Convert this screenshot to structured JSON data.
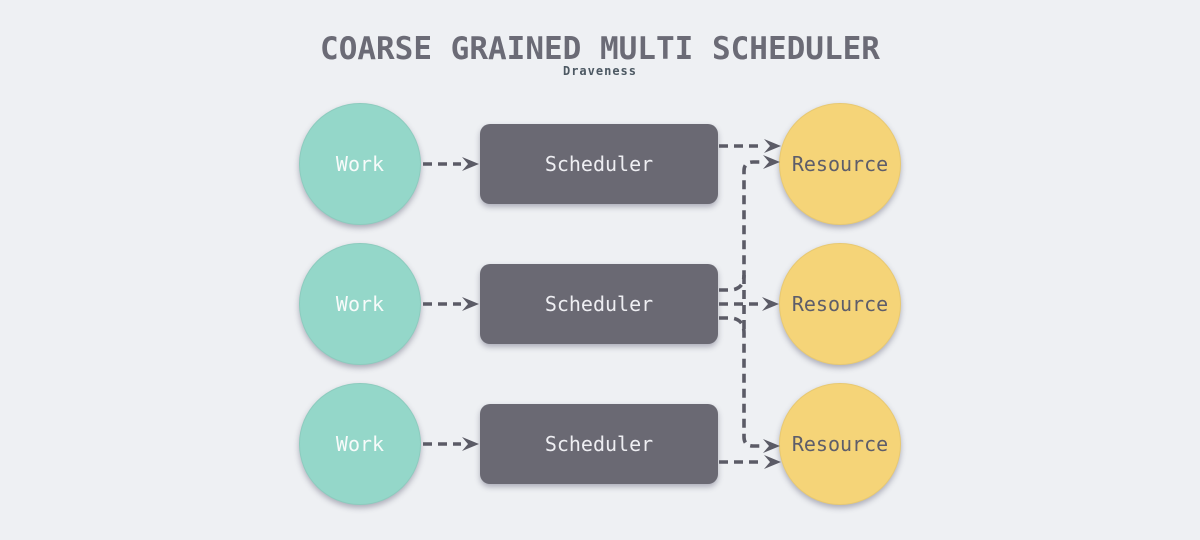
{
  "title": "COARSE GRAINED MULTI SCHEDULER",
  "subtitle": "Draveness",
  "rows": [
    {
      "work": "Work",
      "scheduler": "Scheduler",
      "resource": "Resource"
    },
    {
      "work": "Work",
      "scheduler": "Scheduler",
      "resource": "Resource"
    },
    {
      "work": "Work",
      "scheduler": "Scheduler",
      "resource": "Resource"
    }
  ],
  "edges": [
    {
      "from": "work-1",
      "to": "scheduler-1",
      "style": "dashed-arrow"
    },
    {
      "from": "work-2",
      "to": "scheduler-2",
      "style": "dashed-arrow"
    },
    {
      "from": "work-3",
      "to": "scheduler-3",
      "style": "dashed-arrow"
    },
    {
      "from": "scheduler-1",
      "to": "resource-1",
      "style": "dashed-arrow"
    },
    {
      "from": "scheduler-2",
      "to": "resource-1",
      "style": "dashed-arrow"
    },
    {
      "from": "scheduler-2",
      "to": "resource-2",
      "style": "dashed-arrow"
    },
    {
      "from": "scheduler-2",
      "to": "resource-3",
      "style": "dashed-arrow"
    },
    {
      "from": "scheduler-3",
      "to": "resource-3",
      "style": "dashed-arrow"
    }
  ],
  "colors": {
    "background": "#eef0f3",
    "work_fill": "#94d7c9",
    "work_text": "#f7fbfa",
    "scheduler_fill": "#6a6973",
    "scheduler_text": "#eeeef2",
    "resource_fill": "#f5d478",
    "resource_text": "#5d5d6a",
    "arrow": "#5b5b66",
    "title_text": "#6b6b76",
    "subtitle_text": "#4c5862"
  }
}
